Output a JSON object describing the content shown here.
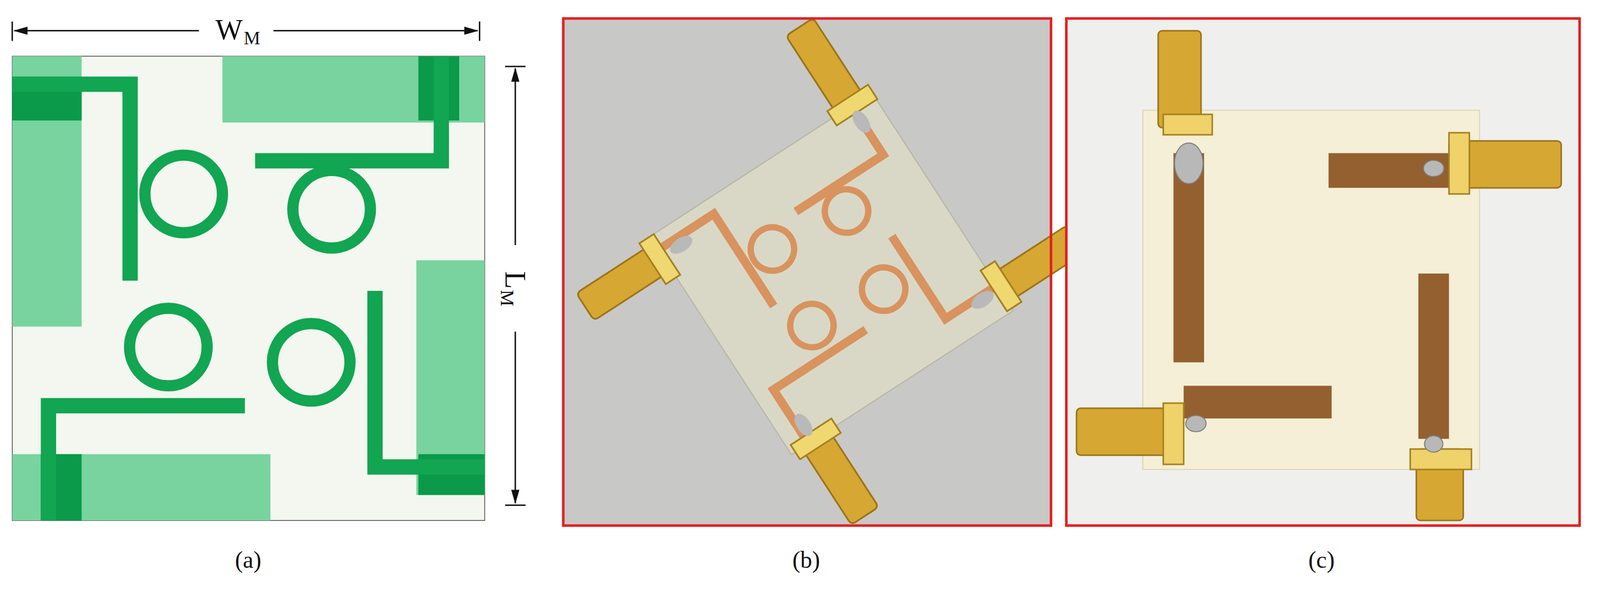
{
  "diagram": {
    "labels": [
      "W",
      "M",
      "L",
      "M",
      "(a)",
      "(b)",
      "(c)"
    ]
  }
}
